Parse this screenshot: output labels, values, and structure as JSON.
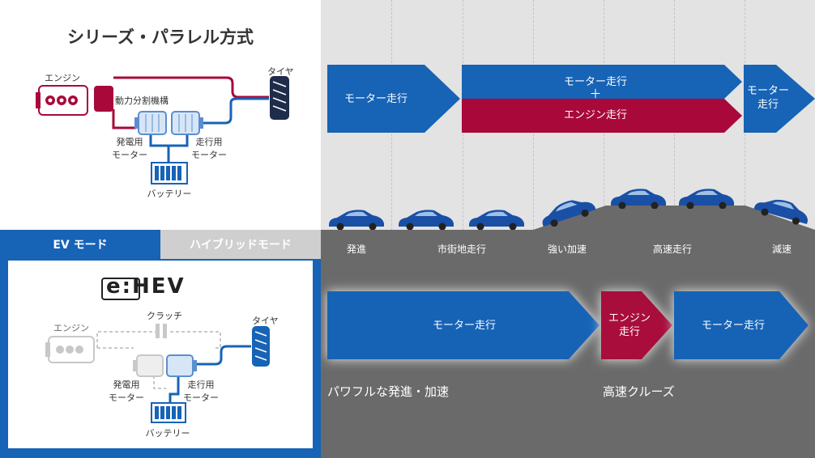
{
  "series_parallel": {
    "title": "シリーズ・パラレル方式",
    "engine": "エンジン",
    "power_split": "動力分割機構",
    "tire": "タイヤ",
    "generator": [
      "発電用",
      "モーター"
    ],
    "drive_motor": [
      "走行用",
      "モーター"
    ],
    "battery": "バッテリー"
  },
  "tabs": {
    "ev": "EV モード",
    "hybrid": "ハイブリッドモード"
  },
  "ehev": {
    "logo": "e:HEV",
    "engine": "エンジン",
    "clutch": "クラッチ",
    "tire": "タイヤ",
    "generator": [
      "発電用",
      "モーター"
    ],
    "drive_motor": [
      "走行用",
      "モーター"
    ],
    "battery": "バッテリー"
  },
  "top_arrows": {
    "motor_1": "モーター走行",
    "motor_2": "モーター走行",
    "plus": "＋",
    "engine": "エンジン走行",
    "motor_3": [
      "モーター",
      "走行"
    ]
  },
  "scenes": [
    "発進",
    "市街地走行",
    "強い加速",
    "高速走行",
    "減速"
  ],
  "bottom_arrows": {
    "motor_1": "モーター走行",
    "engine": [
      "エンジン",
      "走行"
    ],
    "motor_2": "モーター走行"
  },
  "captions": {
    "left": "パワフルな発進・加速",
    "right": "高速クルーズ"
  },
  "colors": {
    "blue": "#1763b6",
    "crimson": "#a8093a",
    "light_gray_bg": "#e3e3e3",
    "dark_gray_bg": "#6a6a6a"
  }
}
